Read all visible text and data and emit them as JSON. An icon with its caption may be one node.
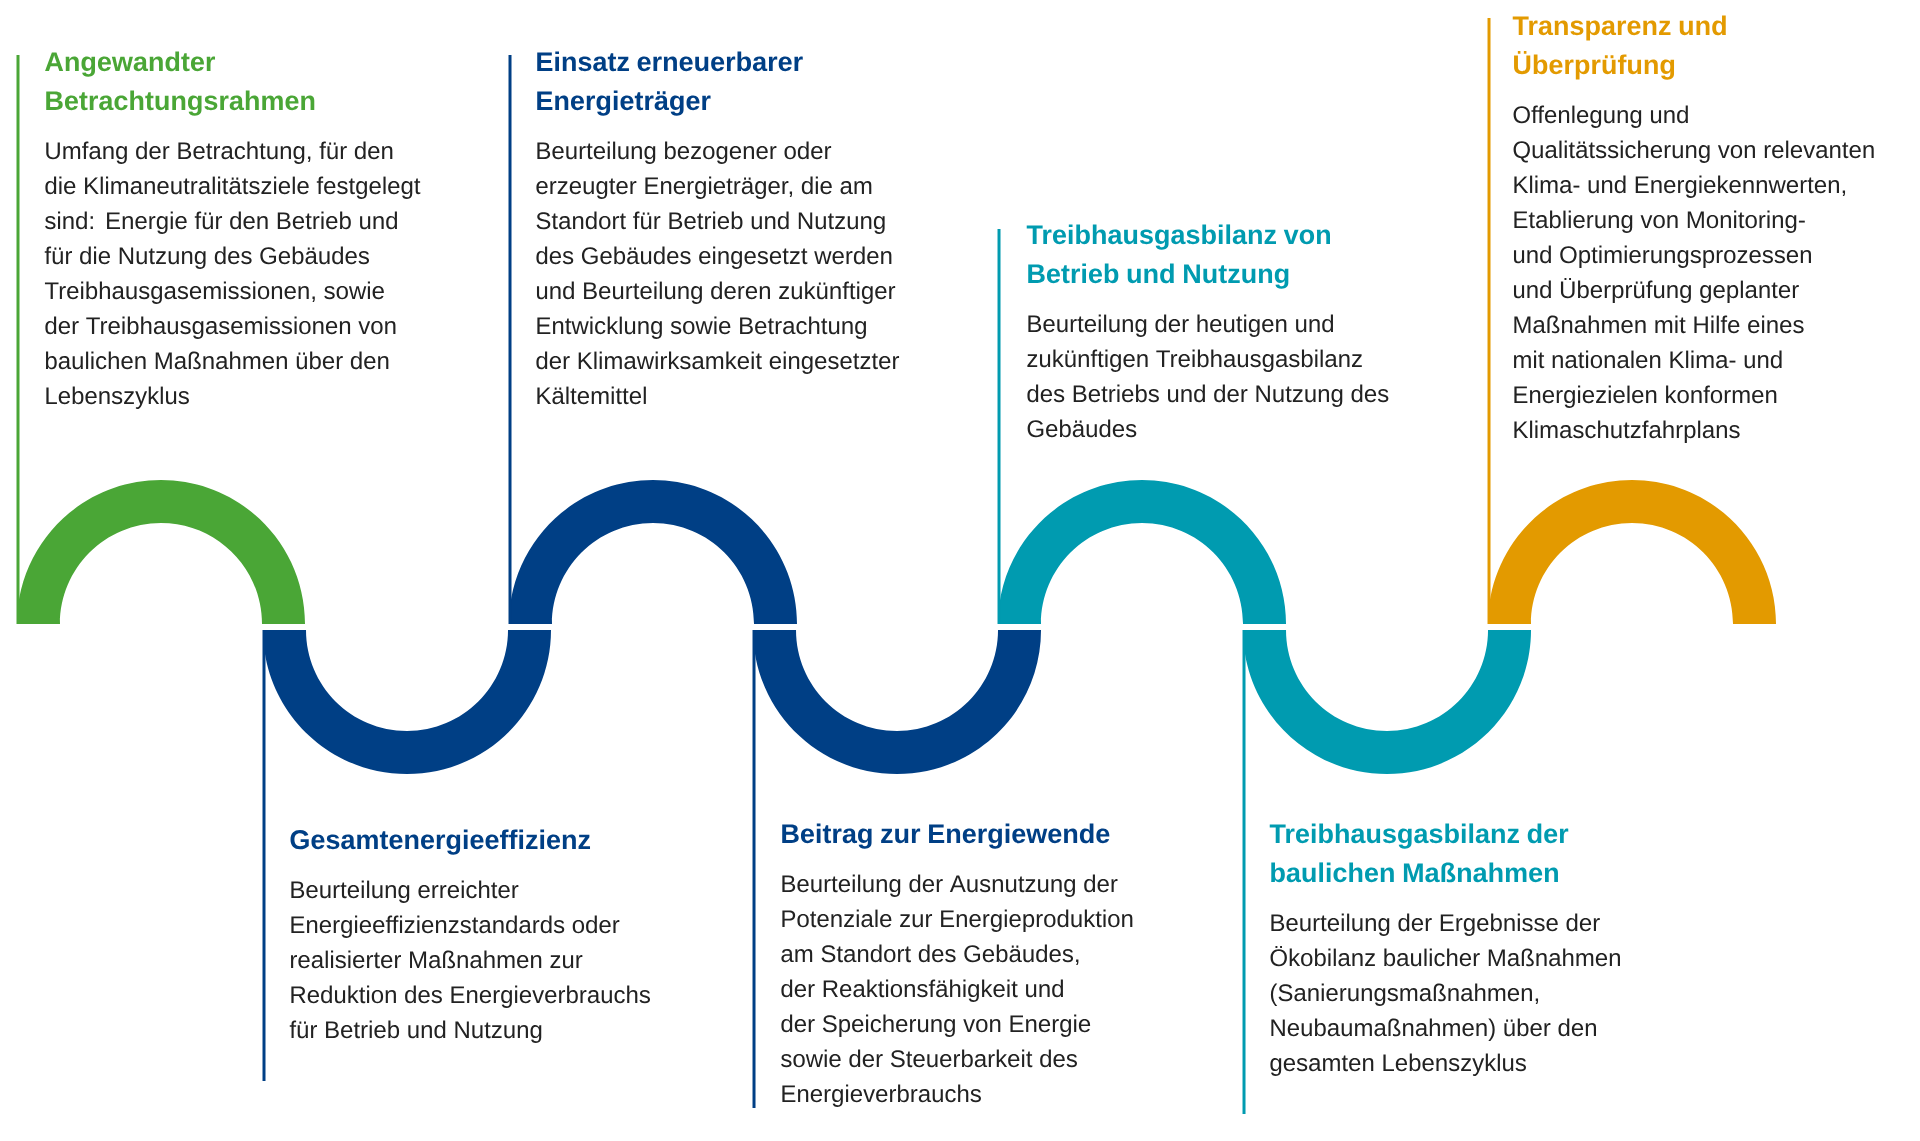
{
  "diagram": {
    "nodes": [
      {
        "text": [
          "Angewandter Betrachtungsrahmen",
          "Umfang der Betrachtung, für den die Klimaneutralitätsziele festgelegt sind: Energie für den Betrieb und für die Nutzung des Gebäudes Treibhausgasemissionen, sowie der Treibhausgasemissionen von baulichen Maßnahmen über den Lebenszyklus"
        ]
      },
      {
        "text": [
          "Gesamtenergieeffizienz",
          "Beurteilung erreichter Energieeffizienzstandards oder realisierter Maßnahmen zur Reduktion des Energieverbrauchs für Betrieb und Nutzung"
        ]
      },
      {
        "text": [
          "Einsatz erneuerbarer Energieträger",
          "Beurteilung bezogener oder erzeugter Energieträger, die am Standort für Betrieb und Nutzung des Gebäudes eingesetzt werden und Beurteilung deren zukünftiger Entwicklung sowie Betrachtung der Klimawirksamkeit eingesetzter Kältemittel"
        ]
      },
      {
        "text": [
          "Beitrag zur Energiewende",
          "Beurteilung der Ausnutzung der Potenziale zur Energieproduktion am Standort des Gebäudes, der Reaktionsfähigkeit und der Speicherung von Energie sowie der Steuerbarkeit des Energieverbrauchs"
        ]
      },
      {
        "text": [
          "Treibhausgasbilanz von Betrieb und Nutzung",
          "Beurteilung der heutigen und zukünftigen Treibhausgasbilanz des Betriebs und der Nutzung des Gebäudes"
        ]
      },
      {
        "text": [
          "Treibhausgasbilanz der baulichen Maßnahmen",
          "Beurteilung der Ergebnisse der Ökobilanz baulicher Maßnahmen (Sanierungsmaßnahmen, Neubaumaßnahmen) über den gesamten Lebenszyklus"
        ]
      },
      {
        "text": [
          "Transparenz und Überprüfung",
          "Offenlegung und Qualitätssicherung von relevanten Klima- und Energiekennwerten, Etablierung von Monitoring- und Optimierungsprozessen und Überprüfung geplanter Maßnahmen mit Hilfe eines mit nationalen Klima- und Energiezielen konformen Klimaschutzfahrplans"
        ]
      }
    ]
  }
}
